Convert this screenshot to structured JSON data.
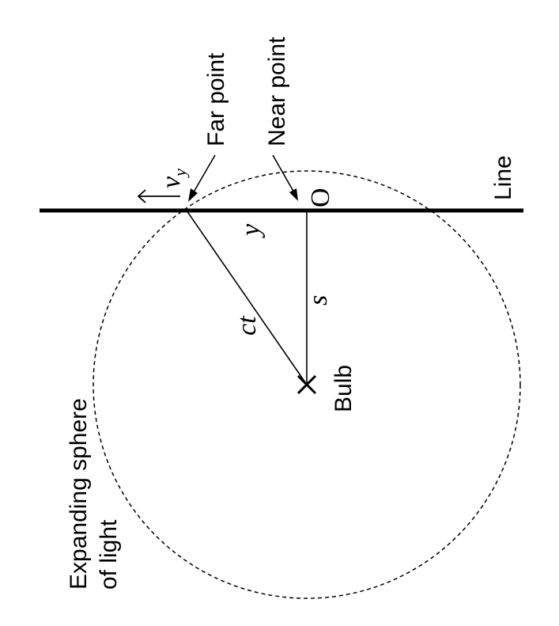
{
  "labels": {
    "far_point": "Far point",
    "near_point": "Near point",
    "line": "Line",
    "bulb": "Bulb",
    "sphere_line1": "Expanding sphere",
    "sphere_line2": "of light",
    "origin": "O",
    "ct": "ct",
    "s": "s",
    "y": "y",
    "v": "v",
    "v_sub": "y"
  }
}
